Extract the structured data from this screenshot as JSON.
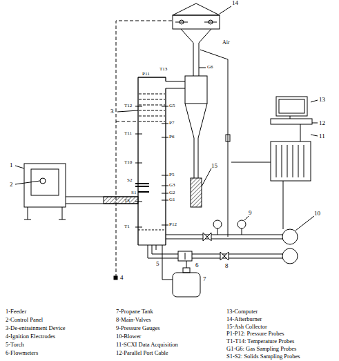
{
  "diagram": {
    "labels": [
      "14",
      "Air",
      "T13",
      "P11",
      "G6",
      "3",
      "T12",
      "G5",
      "P7",
      "T11",
      "P6",
      "T10",
      "15",
      "P5",
      "S2",
      "G3",
      "S1",
      "G2",
      "G1",
      "T3",
      "1",
      "2",
      "P12",
      "T1",
      "9",
      "10",
      "4",
      "5",
      "6",
      "7",
      "8",
      "13",
      "12",
      "11",
      "1-Feeder",
      "2-Control Panel",
      "3-De-entrainment Device",
      "4-Ignition Electrodes",
      "5-Torch",
      "6-Flowmeters",
      "7-Propane Tank",
      "8-Main-Valves",
      "9-Pressure Gauges",
      "10-Blower",
      "11-SCXI Data Acquisition",
      "12-Parallel Port Cable",
      "13-Computer",
      "14-Afterburner",
      "15-Ash Collector",
      "P1-P12: Pressure Probes",
      "T1-T14: Temperature Probes",
      "G1-G6: Gas Sampling Probes",
      "S1-S2: Solids Sampling Probes"
    ]
  }
}
